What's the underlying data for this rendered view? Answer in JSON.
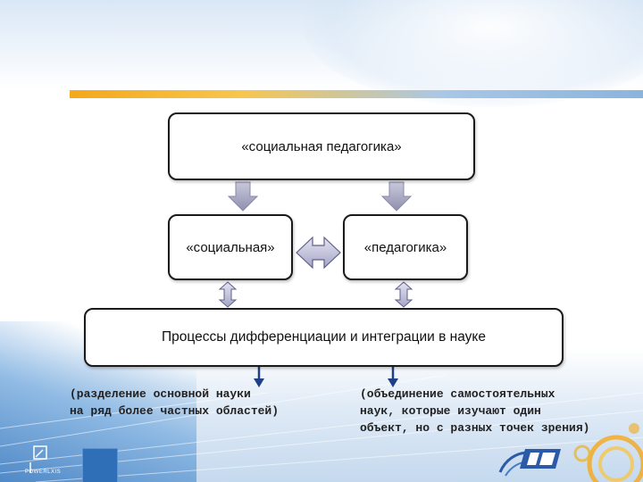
{
  "diagram": {
    "top_box": "«социальная педагогика»",
    "left_box": "«социальная»",
    "right_box": "«педагогика»",
    "bottom_box": "Процессы дифференциации и интеграции в науке",
    "note_left_lines": [
      "(разделение основной науки",
      "на ряд более частных областей)"
    ],
    "note_right_lines": [
      "(объединение самостоятельных",
      "наук, которые изучают один",
      "объект, но с разных точек зрения)"
    ]
  },
  "footer": {
    "left_logo_text": "POWERLXIS"
  },
  "colors": {
    "accent_orange": "#f4a81b",
    "accent_blue": "#8bb4dd",
    "arrow_fill": "#a9a9c8",
    "arrow_dark": "#1f3f88"
  },
  "icons": [
    "down-arrow-icon",
    "double-arrow-icon",
    "vertical-double-arrow-icon",
    "logo-icon"
  ]
}
